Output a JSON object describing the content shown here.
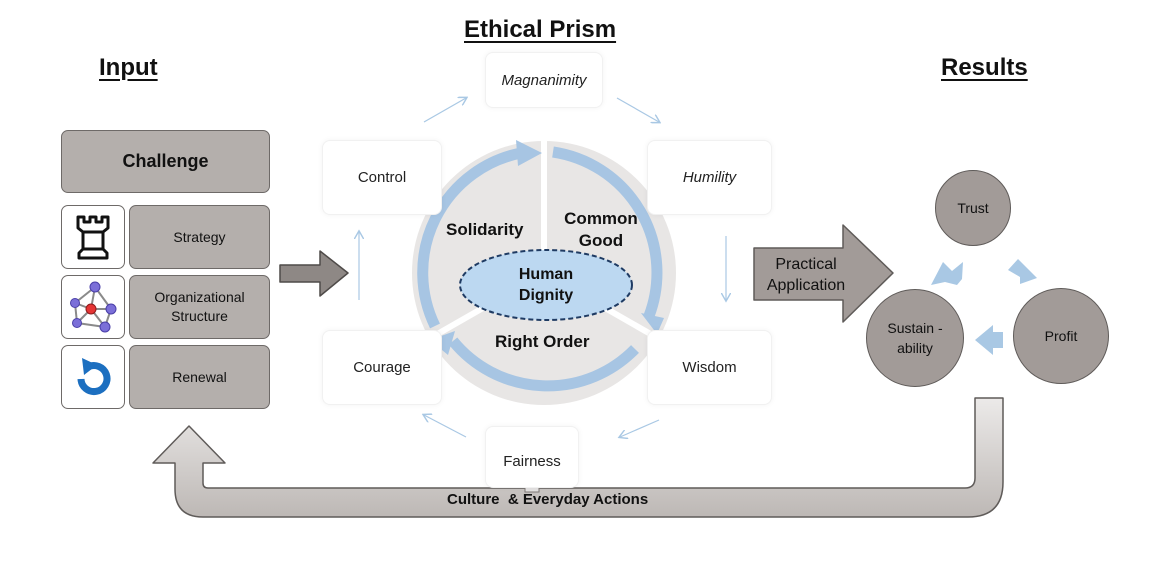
{
  "headings": {
    "input": "Input",
    "prism": "Ethical Prism",
    "results": "Results"
  },
  "input": {
    "challenge": "Challenge",
    "items": [
      {
        "label": "Strategy",
        "icon": "chess-rook-icon"
      },
      {
        "label": "Organizational Structure",
        "icon": "molecule-structure-icon"
      },
      {
        "label": "Renewal",
        "icon": "renewal-arrow-icon"
      }
    ]
  },
  "prism": {
    "virtues": {
      "top": "Magnanimity",
      "upper_left": "Control",
      "upper_right": "Humility",
      "lower_left": "Courage",
      "lower_right": "Wisdom",
      "bottom": "Fairness"
    },
    "segments": {
      "solidarity": "Solidarity",
      "common_good_line1": "Common",
      "common_good_line2": "Good",
      "right_order": "Right Order"
    },
    "center_line1": "Human",
    "center_line2": "Dignity"
  },
  "application": {
    "line1": "Practical",
    "line2": "Application"
  },
  "results": {
    "trust": "Trust",
    "profit": "Profit",
    "sustainability_line1": "Sustain -",
    "sustainability_line2": "ability"
  },
  "feedback": {
    "label": "Culture  & Everyday Actions"
  },
  "colors": {
    "box_gray": "#b4afac",
    "result_gray": "#a29b98",
    "ring_blue": "#a7c5e3",
    "center_blue": "#bcd8f1",
    "prism_fill": "#e8e6e5"
  }
}
